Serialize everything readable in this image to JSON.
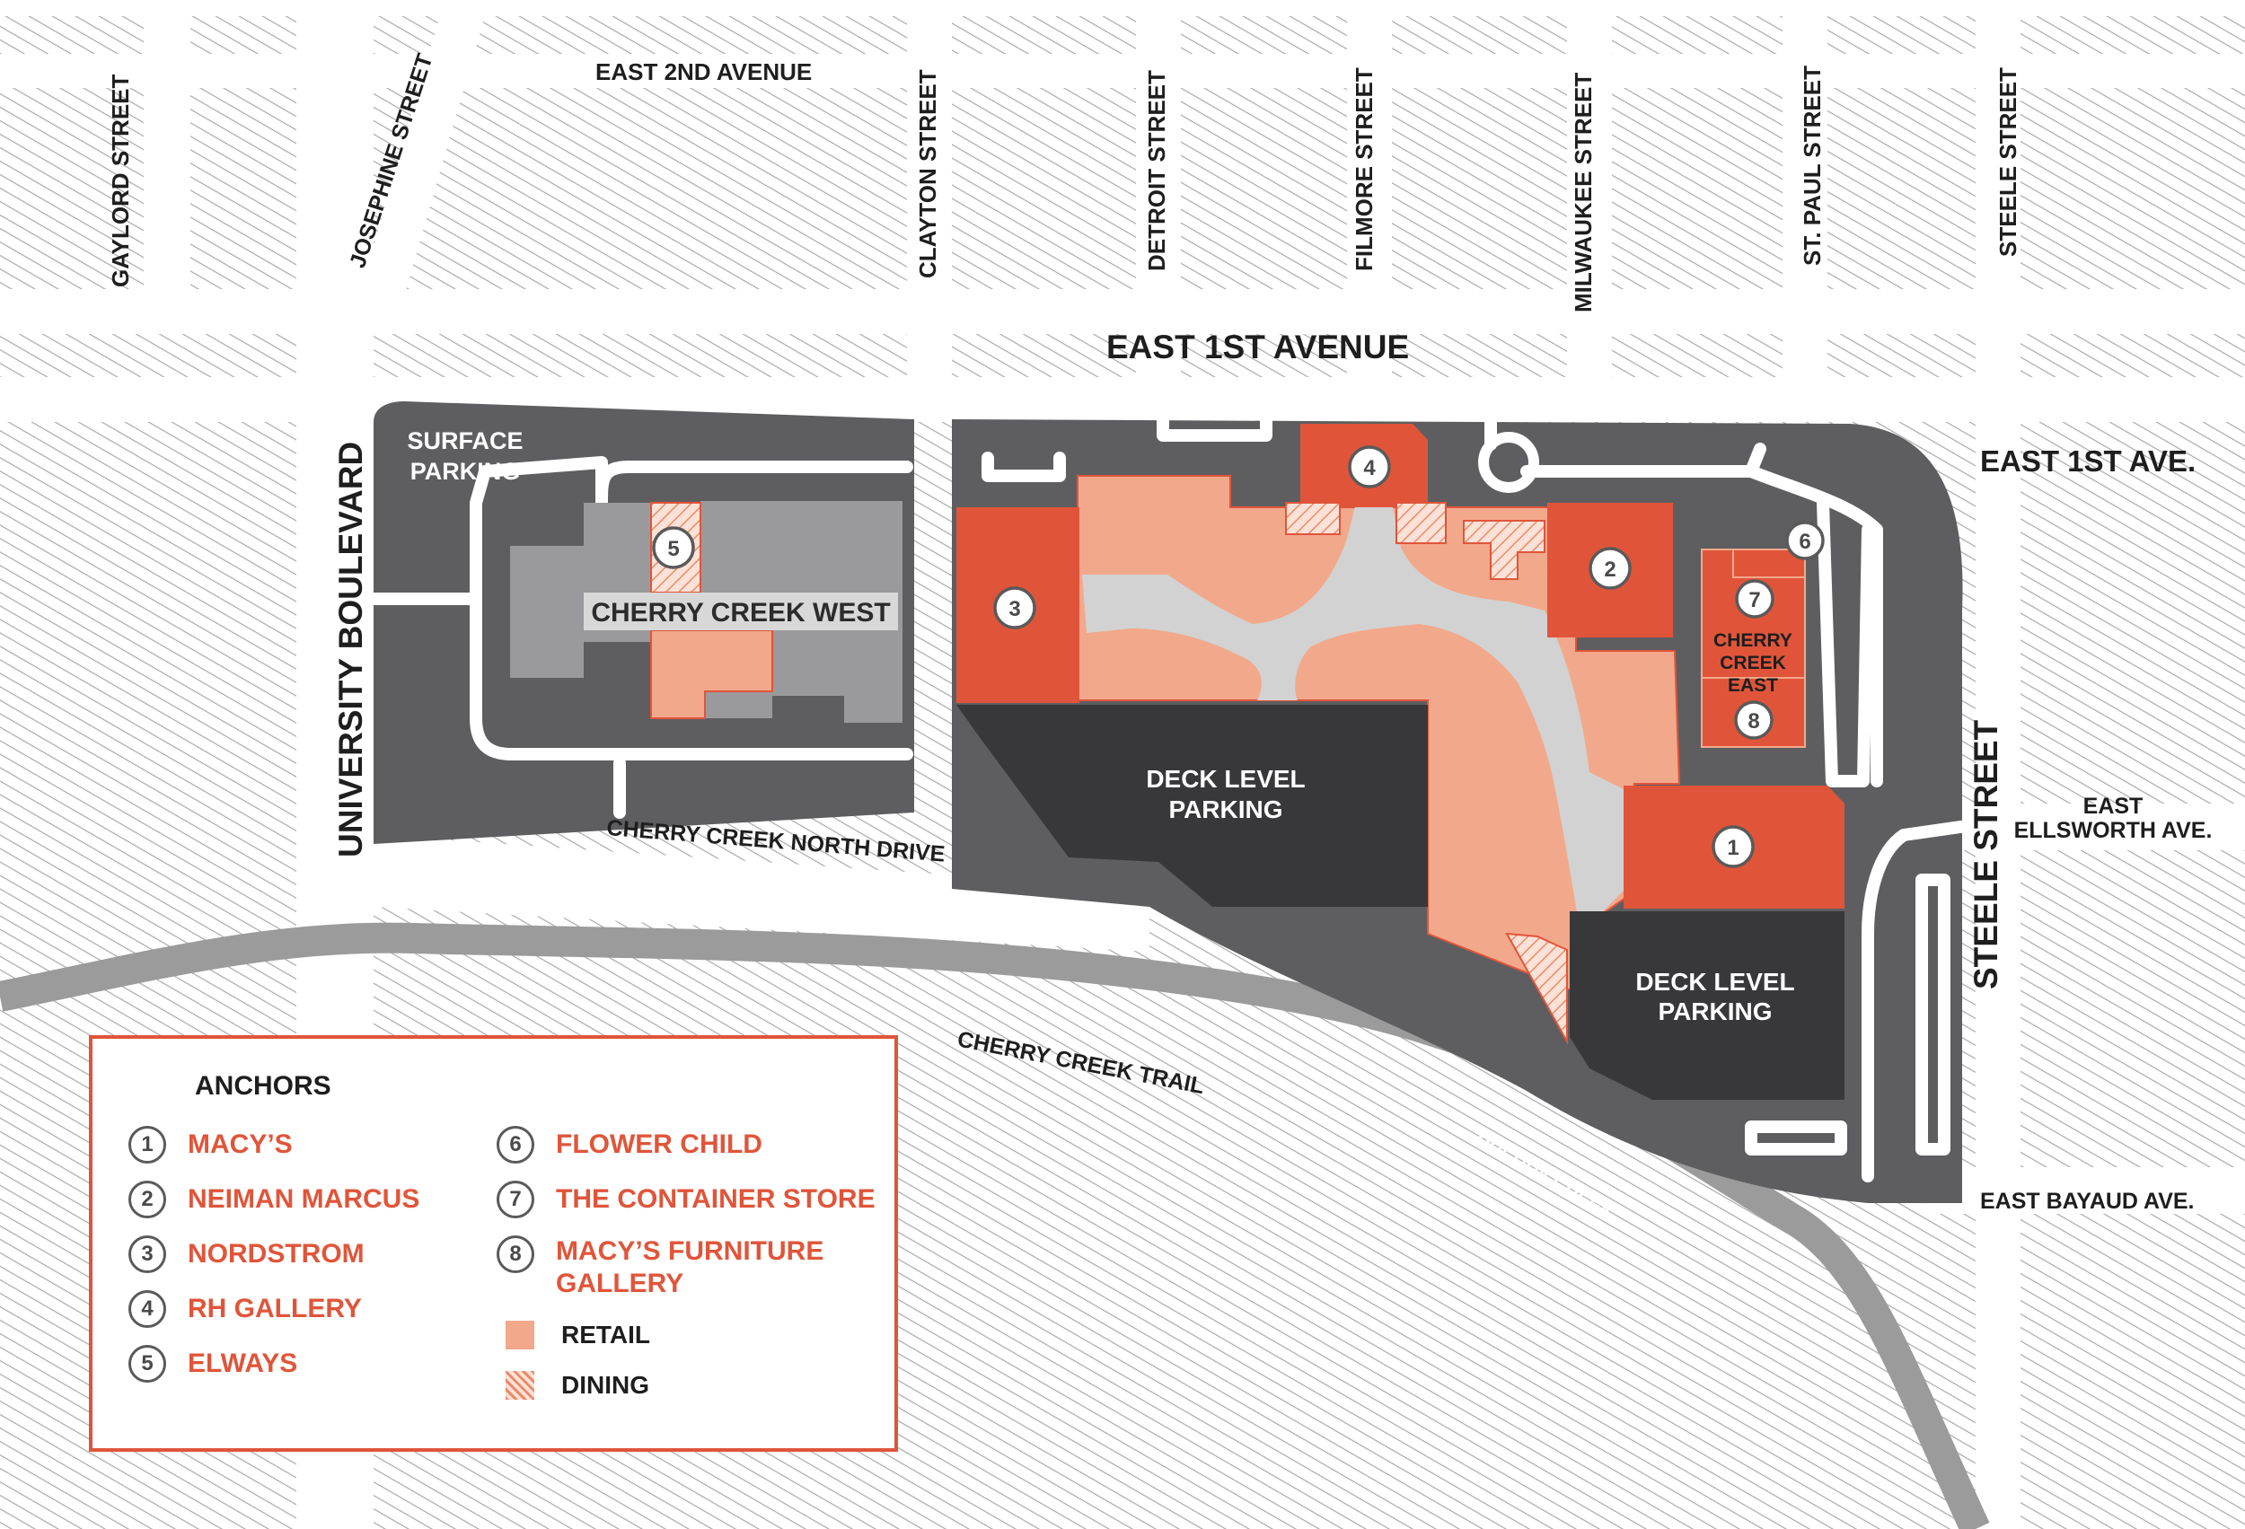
{
  "colors": {
    "accent": "#e0553a",
    "retail": "#f2a88b",
    "dark_building": "#3a3a3c",
    "lot": "#5e5e60",
    "mall_grey": "#9a9a9c",
    "creek": "#9b9b9b",
    "walkway": "#d2d2d2"
  },
  "streets": {
    "gaylord": "GAYLORD STREET",
    "josephine": "JOSEPHINE STREET",
    "e2nd": "EAST 2ND AVENUE",
    "clayton": "CLAYTON STREET",
    "detroit": "DETROIT STREET",
    "filmore": "FILMORE STREET",
    "milwaukee": "MILWAUKEE STREET",
    "stpaul": "ST. PAUL STREET",
    "steele_top": "STEELE STREET",
    "e1st": "EAST 1ST AVENUE",
    "e1st_short": "EAST 1ST AVE.",
    "university": "UNIVERSITY BOULEVARD",
    "ccnorth": "CHERRY CREEK NORTH DRIVE",
    "trail": "CHERRY CREEK TRAIL",
    "creek": "CHERRY CREEK",
    "steele": "STEELE STREET",
    "ellsworth1": "EAST",
    "ellsworth2": "ELLSWORTH AVE.",
    "bayaud": "EAST BAYAUD AVE."
  },
  "areas": {
    "surface1": "SURFACE",
    "surface2": "PARKING",
    "ccwest": "CHERRY CREEK WEST",
    "ccast1": "CHERRY",
    "ccast2": "CREEK",
    "ccast3": "EAST",
    "deck1a": "DECK LEVEL",
    "deck1b": "PARKING",
    "deck2a": "DECK LEVEL",
    "deck2b": "PARKING"
  },
  "markers": [
    "1",
    "2",
    "3",
    "4",
    "5",
    "6",
    "7",
    "8"
  ],
  "legend": {
    "title": "ANCHORS",
    "anchors": [
      {
        "num": "1",
        "name": "MACY’S"
      },
      {
        "num": "2",
        "name": "NEIMAN MARCUS"
      },
      {
        "num": "3",
        "name": "NORDSTROM"
      },
      {
        "num": "4",
        "name": "RH GALLERY"
      },
      {
        "num": "5",
        "name": "ELWAYS"
      },
      {
        "num": "6",
        "name": "FLOWER CHILD"
      },
      {
        "num": "7",
        "name": "THE CONTAINER STORE"
      },
      {
        "num": "8",
        "name": "MACY’S FURNITURE GALLERY"
      }
    ],
    "retail": "RETAIL",
    "dining": "DINING"
  }
}
